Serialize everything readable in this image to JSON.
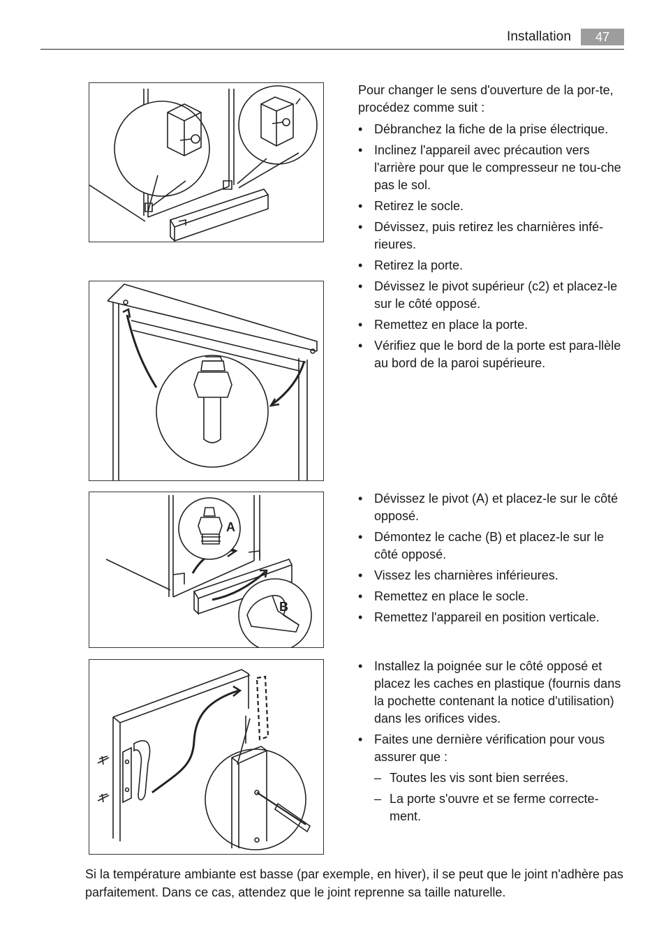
{
  "header": {
    "section": "Installation",
    "page_number": "47"
  },
  "block1": {
    "intro": "Pour changer le sens d'ouverture de la por-te, procédez comme suit :",
    "steps": [
      "Débranchez la fiche de la prise électrique.",
      "Inclinez l'appareil avec précaution vers l'arrière pour que le compresseur ne tou-che pas le sol.",
      "Retirez le socle.",
      "Dévissez, puis retirez les charnières infé-rieures.",
      "Retirez la porte."
    ]
  },
  "block2": {
    "steps": [
      "Dévissez le pivot supérieur (c2) et placez-le sur le côté opposé.",
      "Remettez en place la porte.",
      "Vérifiez que le bord de la porte est para-llèle au bord de la paroi supérieure."
    ]
  },
  "block3": {
    "steps": [
      "Dévissez le pivot (A) et placez-le sur le côté opposé.",
      "Démontez le cache (B) et placez-le sur le côté opposé.",
      "Vissez les charnières inférieures.",
      "Remettez en place le socle.",
      "Remettez l'appareil en position verticale."
    ],
    "figure_labels": {
      "a": "A",
      "b": "B"
    }
  },
  "block4": {
    "steps": [
      "Installez la poignée sur le côté opposé et placez les caches en plastique (fournis dans la pochette contenant la notice d'utilisation) dans les orifices vides.",
      "Faites une dernière vérification pour vous assurer que :"
    ],
    "checks": [
      "Toutes les vis sont bien serrées.",
      "La porte s'ouvre et se ferme correcte-ment."
    ]
  },
  "footer_note": "Si la température ambiante est basse (par exemple, en hiver), il se peut que le joint n'adhère pas parfaitement. Dans ce cas, attendez que le joint reprenne sa taille naturelle."
}
